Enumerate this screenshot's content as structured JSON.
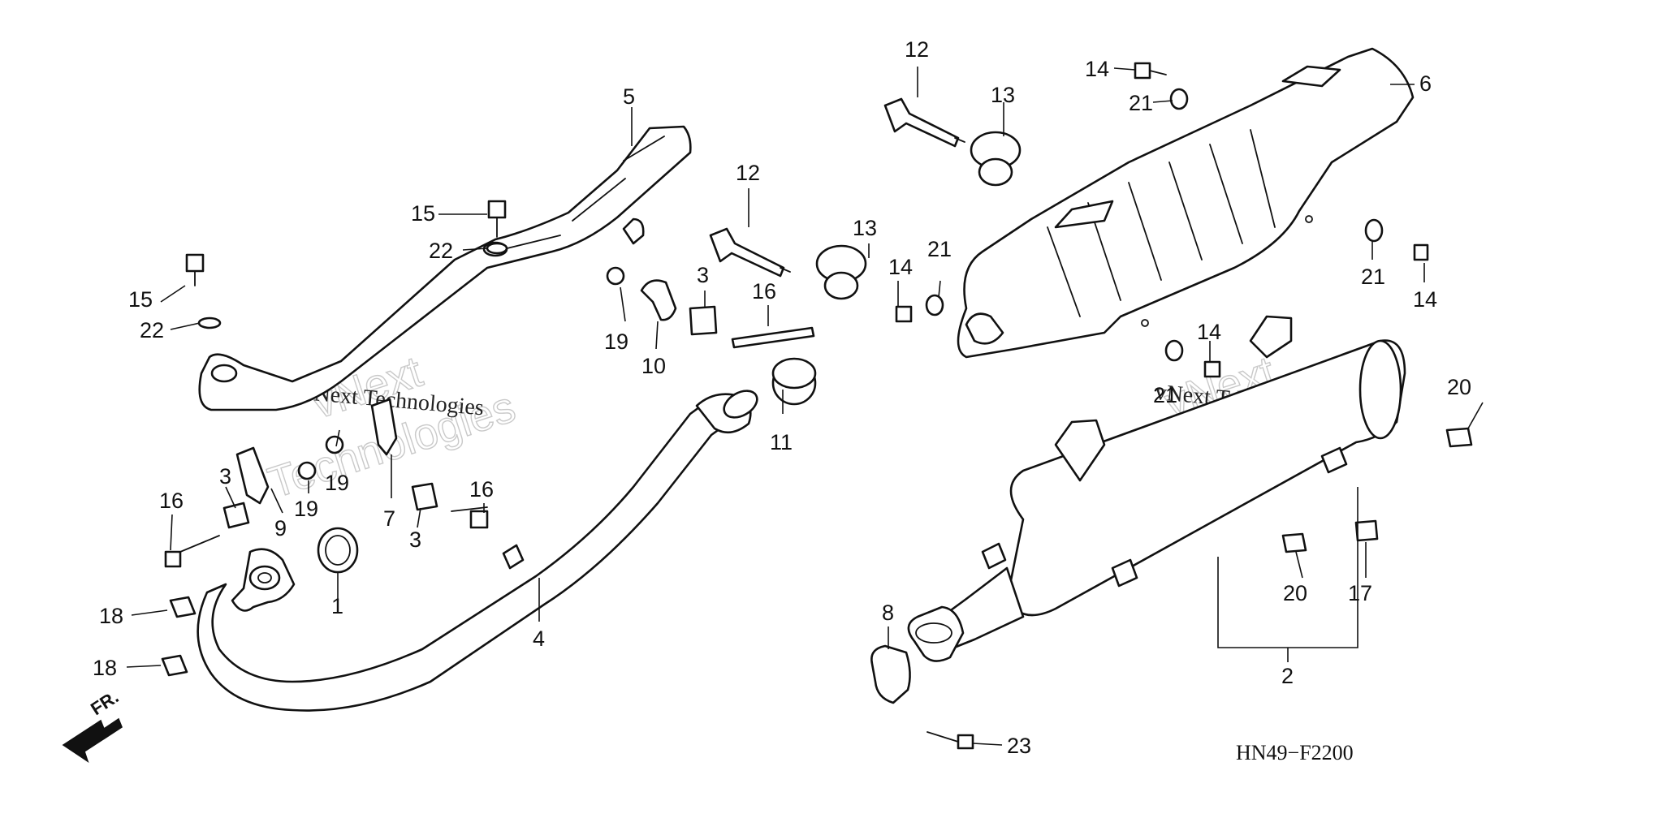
{
  "figure_code": "HN49−F2200",
  "front_indicator": "FR.",
  "watermark": {
    "outline_words": [
      "vNext",
      "Technologies"
    ],
    "caption": "vNext Technologies"
  },
  "callouts": {
    "c1": "1",
    "c2": "2",
    "c3a": "3",
    "c3b": "3",
    "c3c": "3",
    "c4": "4",
    "c5": "5",
    "c6": "6",
    "c7": "7",
    "c8": "8",
    "c9": "9",
    "c10": "10",
    "c11": "11",
    "c12a": "12",
    "c12b": "12",
    "c13a": "13",
    "c13b": "13",
    "c14a": "14",
    "c14b": "14",
    "c14c": "14",
    "c14d": "14",
    "c15a": "15",
    "c15b": "15",
    "c16a": "16",
    "c16b": "16",
    "c16c": "16",
    "c17": "17",
    "c18a": "18",
    "c18b": "18",
    "c19a": "19",
    "c19b": "19",
    "c19c": "19",
    "c20a": "20",
    "c20b": "20",
    "c21a": "21",
    "c21b": "21",
    "c21c": "21",
    "c21d": "21",
    "c22a": "22",
    "c22b": "22",
    "c23": "23"
  }
}
